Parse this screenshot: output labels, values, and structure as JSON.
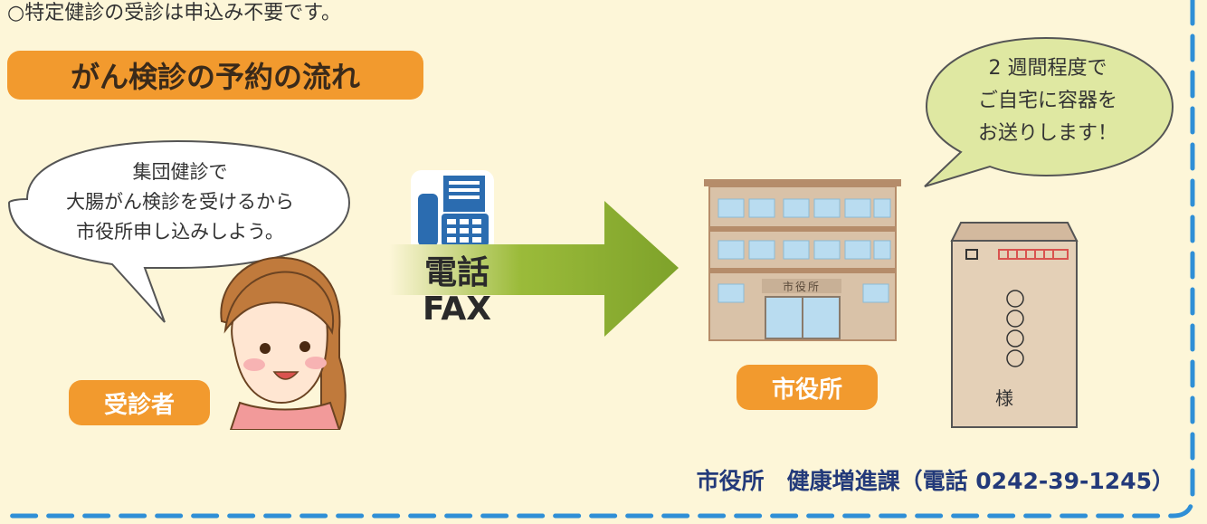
{
  "top_note": "○特定健診の受診は申込み不要です。",
  "flow_title": "がん検診の予約の流れ",
  "speech_left": [
    "集団健診で",
    "大腸がん検診を受けるから",
    "市役所申し込みしよう。"
  ],
  "speech_right": [
    "2 週間程度で",
    "ご自宅に容器を",
    "お送りします！"
  ],
  "labels": {
    "examinee": "受診者",
    "city_hall": "市役所"
  },
  "method": {
    "phone": "電話",
    "fax": "FAX"
  },
  "building_sign": "市役所",
  "envelope": {
    "honorific": "様"
  },
  "contact": "市役所　健康増進課（電話 0242-39-1245）",
  "colors": {
    "background": "#fdf6d8",
    "label_orange": "#f29a2e",
    "border_blue": "#2f8fd6",
    "arrow_green": "#7ea22a",
    "contact_navy": "#233a7a"
  }
}
